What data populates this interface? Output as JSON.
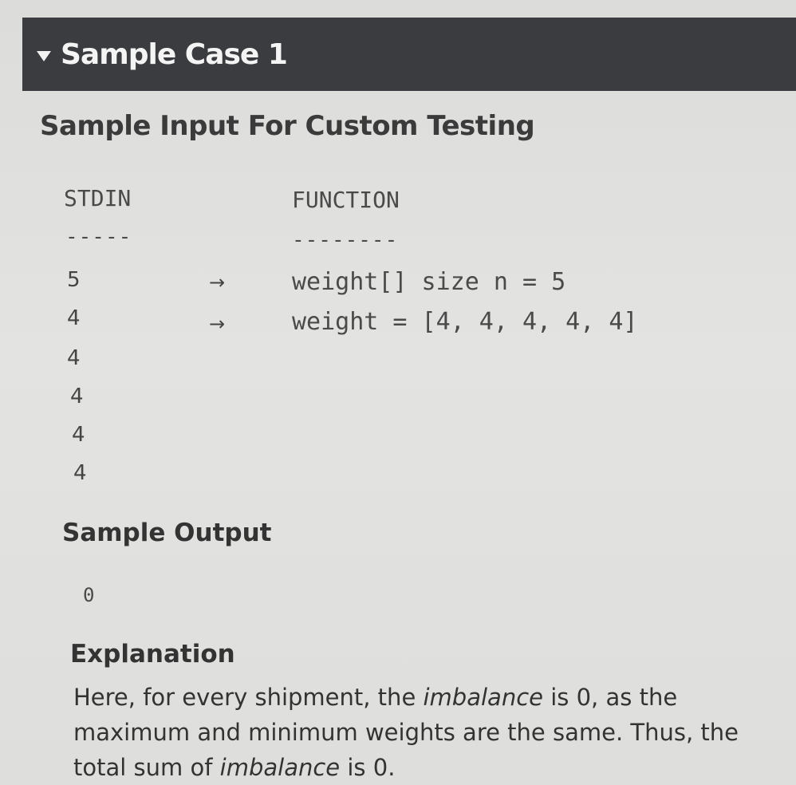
{
  "header": {
    "title": "Sample Case 1",
    "icon": "collapse-triangle-icon"
  },
  "input_section": {
    "title": "Sample Input For Custom Testing",
    "stdin_header": "STDIN",
    "function_header": "FUNCTION",
    "stdin_dashes": "-----",
    "function_dashes": "--------",
    "stdin_values": [
      "5",
      "4",
      "4",
      "4",
      "4",
      "4"
    ],
    "arrow": "→",
    "function_lines": [
      "weight[] size n = 5",
      "weight = [4, 4, 4, 4, 4]"
    ]
  },
  "output_section": {
    "title": "Sample Output",
    "value": "0"
  },
  "explanation": {
    "title": "Explanation",
    "parts": {
      "p1": "Here, for every shipment, the ",
      "em1": "imbalance",
      "p2": " is 0, as the maximum and minimum weights are the same. Thus, the total sum of ",
      "em2": "imbalance",
      "p3": " is 0."
    }
  }
}
